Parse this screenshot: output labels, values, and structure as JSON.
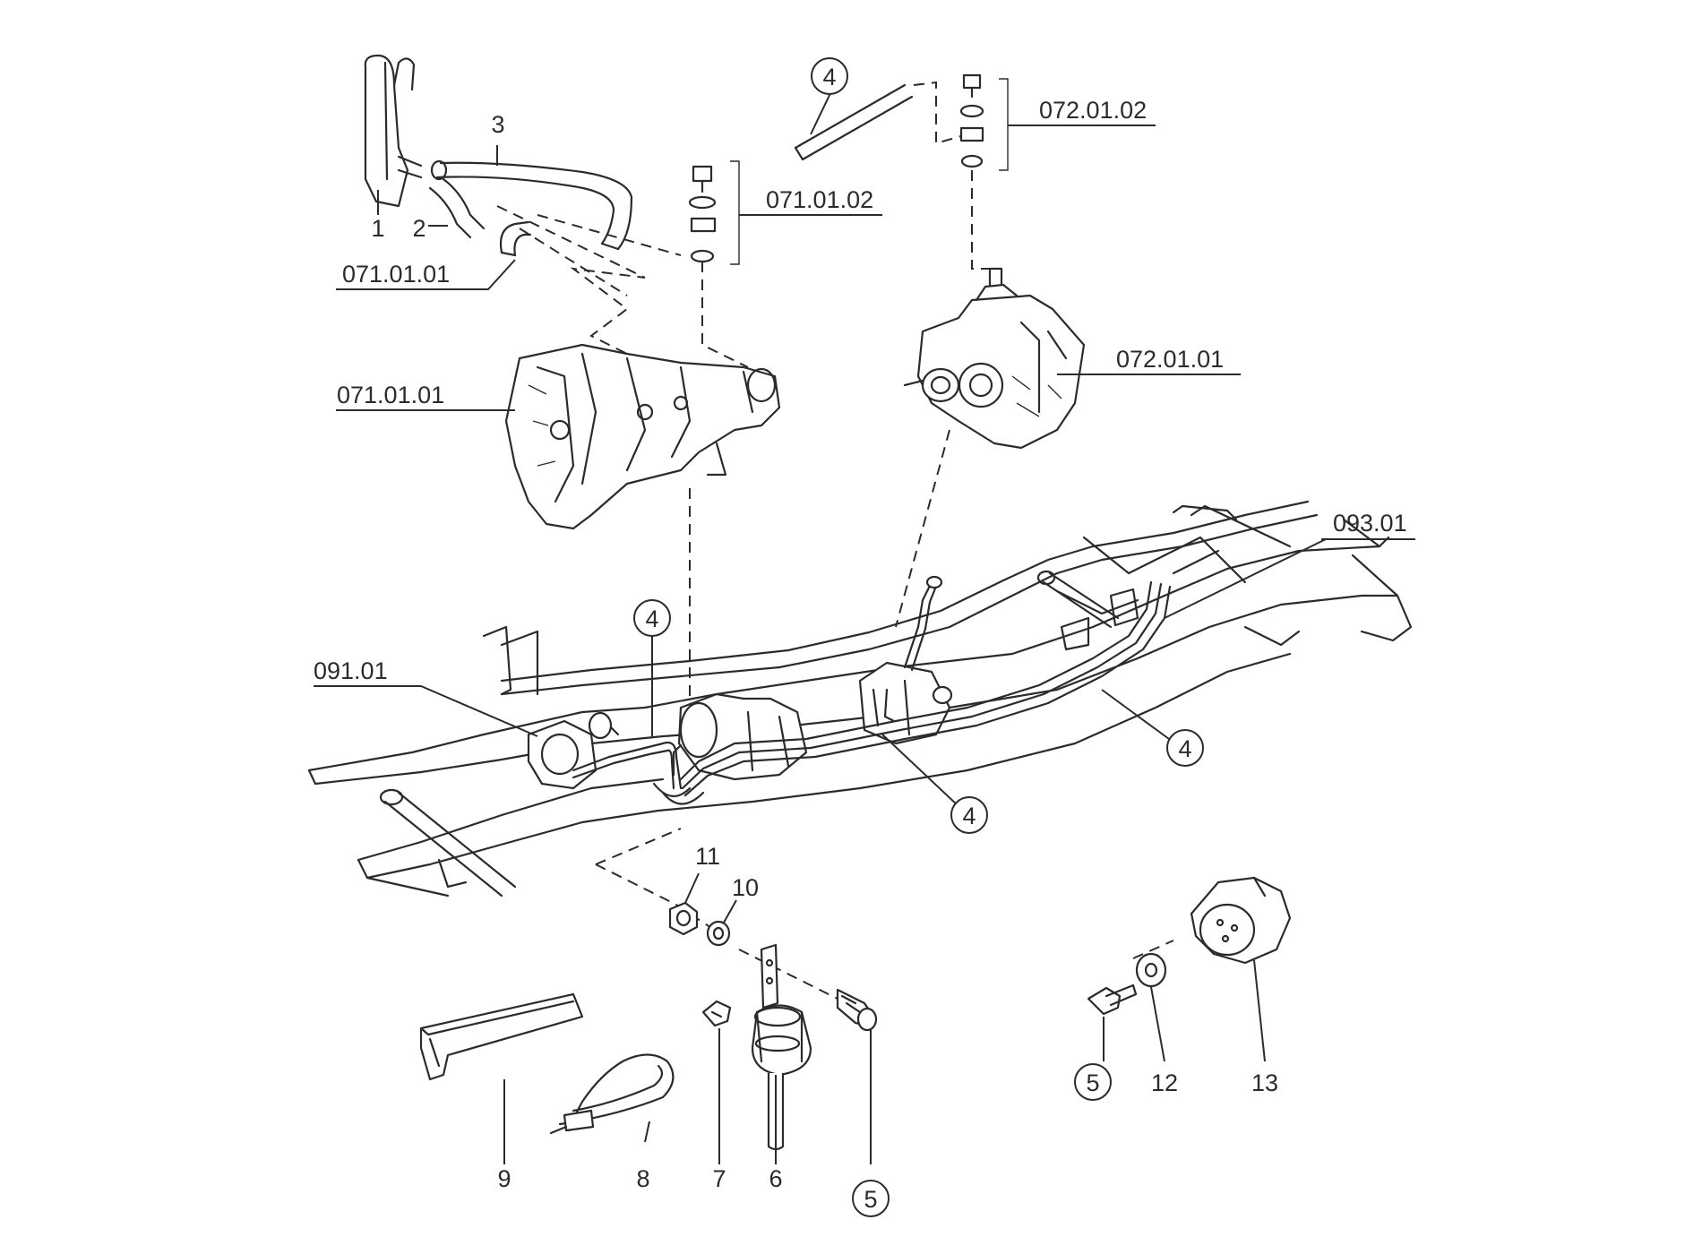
{
  "callouts": {
    "c1": "1",
    "c2": "2",
    "c3": "3",
    "c4_top": "4",
    "c4_mid": "4",
    "c4_right": "4",
    "c4_lower": "4",
    "c5_bolt": "5",
    "c5_right": "5",
    "c6": "6",
    "c7": "7",
    "c8": "8",
    "c9": "9",
    "c10": "10",
    "c11": "11",
    "c12": "12",
    "c13": "13"
  },
  "refs": {
    "r071_01_01_hose": "071.01.01",
    "r071_01_01_gearbox": "071.01.01",
    "r071_01_02": "071.01.02",
    "r072_01_02": "072.01.02",
    "r072_01_01": "072.01.01",
    "r093_01": "093.01",
    "r091_01": "091.01"
  }
}
